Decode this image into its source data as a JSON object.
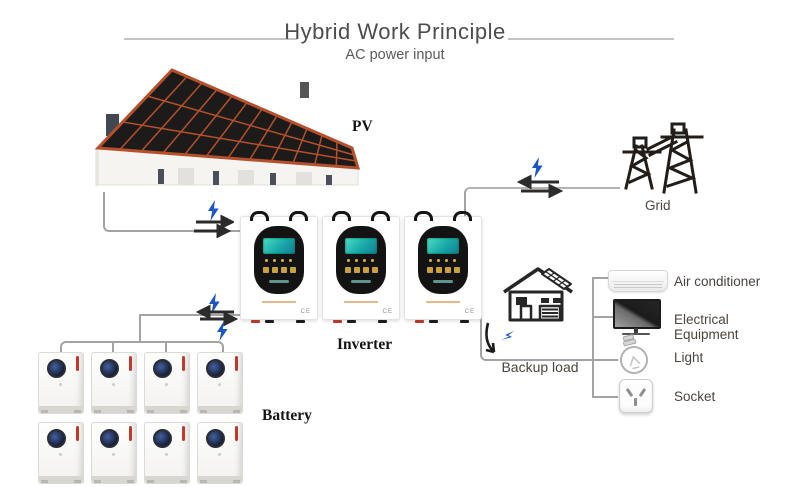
{
  "header": {
    "title": "Hybrid Work Principle",
    "subtitle": "AC power input"
  },
  "pv": {
    "label": "PV"
  },
  "grid": {
    "label": "Grid"
  },
  "inverter": {
    "label": "Inverter",
    "count": 3
  },
  "battery": {
    "label": "Battery",
    "count": 8
  },
  "backup": {
    "label": "Backup load"
  },
  "loads": [
    {
      "icon": "air-conditioner-icon",
      "label": "Air conditioner"
    },
    {
      "icon": "tv-icon",
      "label": "Electrical Equipment"
    },
    {
      "icon": "light-bulb-icon",
      "label": "Light"
    },
    {
      "icon": "socket-icon",
      "label": "Socket"
    }
  ],
  "colors": {
    "bolt_blue": "#1a56c4",
    "roof_red": "#b5502c",
    "line_gray": "#a3a3a3",
    "panel_black": "#1d1b19",
    "inverter_screen_teal": "#2bbfae",
    "battery_accent_red": "#c0392b"
  }
}
